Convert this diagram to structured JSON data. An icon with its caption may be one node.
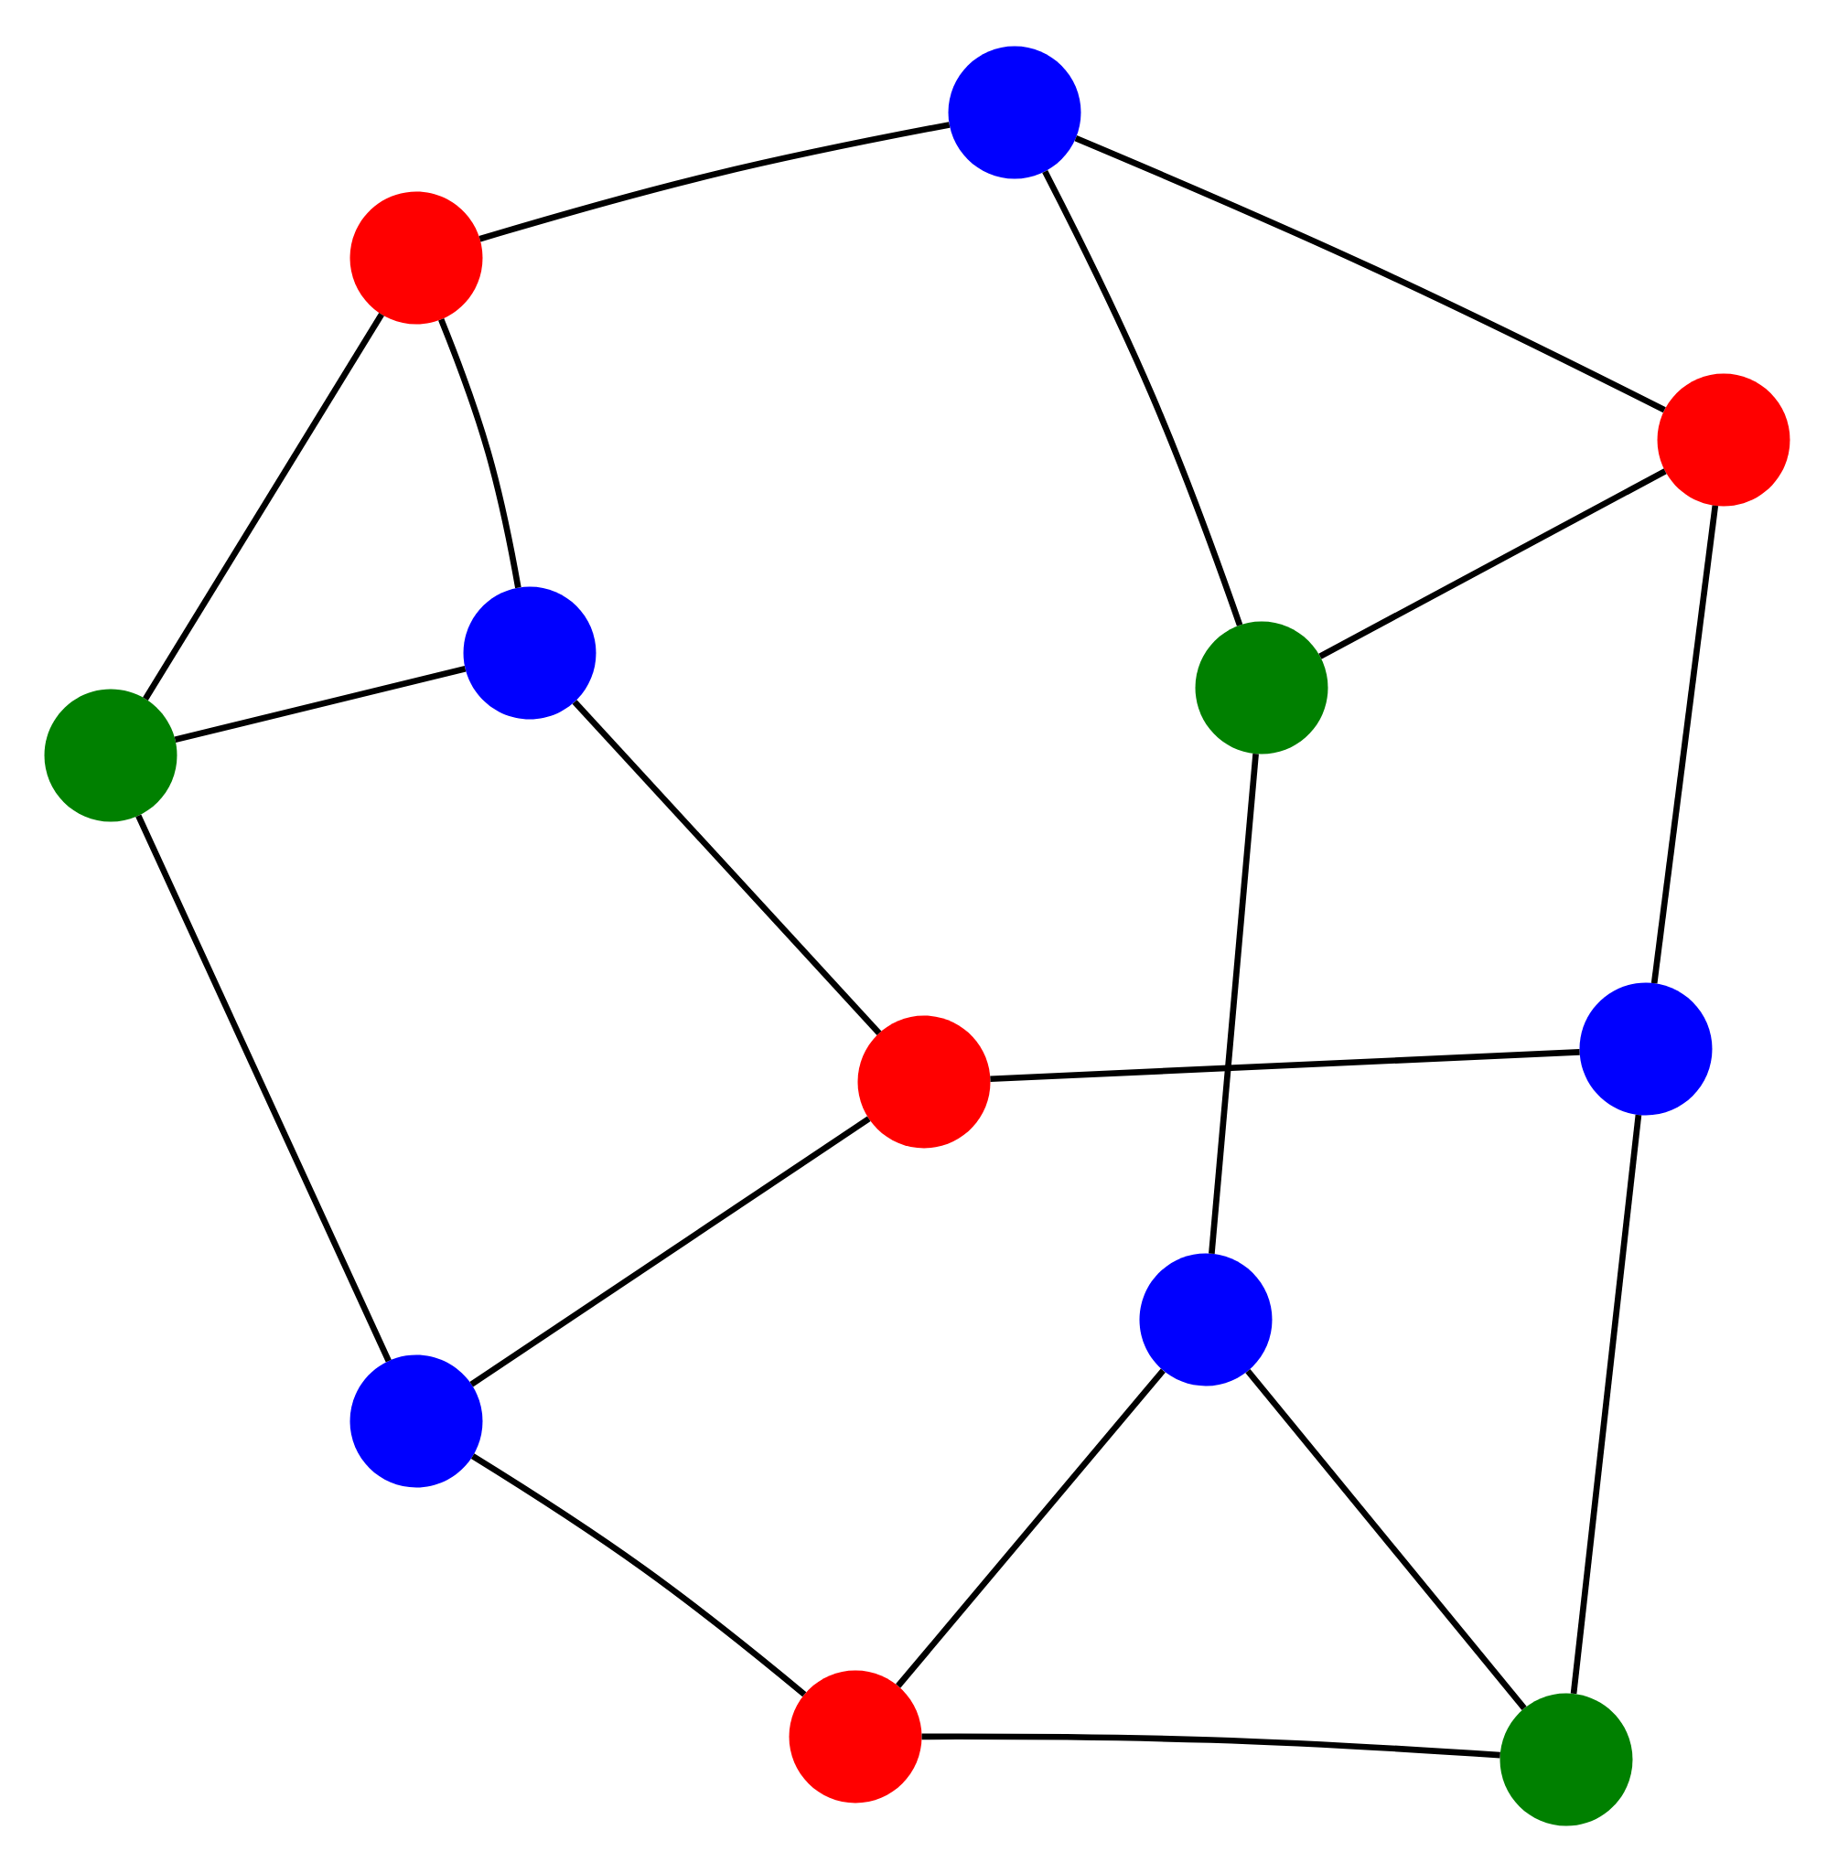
{
  "diagram": {
    "nodes": [
      {
        "text": [],
        "shape": "circle"
      },
      {
        "text": [],
        "shape": "circle"
      },
      {
        "text": [],
        "shape": "circle"
      },
      {
        "text": [],
        "shape": "circle"
      },
      {
        "text": [],
        "shape": "circle"
      },
      {
        "text": [],
        "shape": "circle"
      },
      {
        "text": [],
        "shape": "circle"
      },
      {
        "text": [],
        "shape": "circle"
      },
      {
        "text": [],
        "shape": "circle"
      },
      {
        "text": [],
        "shape": "circle"
      },
      {
        "text": [],
        "shape": "circle"
      },
      {
        "text": [],
        "shape": "circle"
      }
    ],
    "edges": [
      {
        "from": 0,
        "to": 1,
        "arrow": "none"
      },
      {
        "from": 0,
        "to": 2,
        "arrow": "none"
      },
      {
        "from": 0,
        "to": 4,
        "arrow": "none"
      },
      {
        "from": 1,
        "to": 5,
        "arrow": "none"
      },
      {
        "from": 1,
        "to": 3,
        "arrow": "none"
      },
      {
        "from": 5,
        "to": 3,
        "arrow": "none"
      },
      {
        "from": 2,
        "to": 4,
        "arrow": "none"
      },
      {
        "from": 2,
        "to": 6,
        "arrow": "none"
      },
      {
        "from": 3,
        "to": 7,
        "arrow": "none"
      },
      {
        "from": 4,
        "to": 8,
        "arrow": "none"
      },
      {
        "from": 5,
        "to": 9,
        "arrow": "none"
      },
      {
        "from": 7,
        "to": 6,
        "arrow": "none"
      },
      {
        "from": 7,
        "to": 9,
        "arrow": "none"
      },
      {
        "from": 9,
        "to": 10,
        "arrow": "none"
      },
      {
        "from": 8,
        "to": 10,
        "arrow": "none"
      },
      {
        "from": 8,
        "to": 11,
        "arrow": "none"
      },
      {
        "from": 6,
        "to": 11,
        "arrow": "none"
      },
      {
        "from": 10,
        "to": 11,
        "arrow": "none"
      }
    ]
  }
}
